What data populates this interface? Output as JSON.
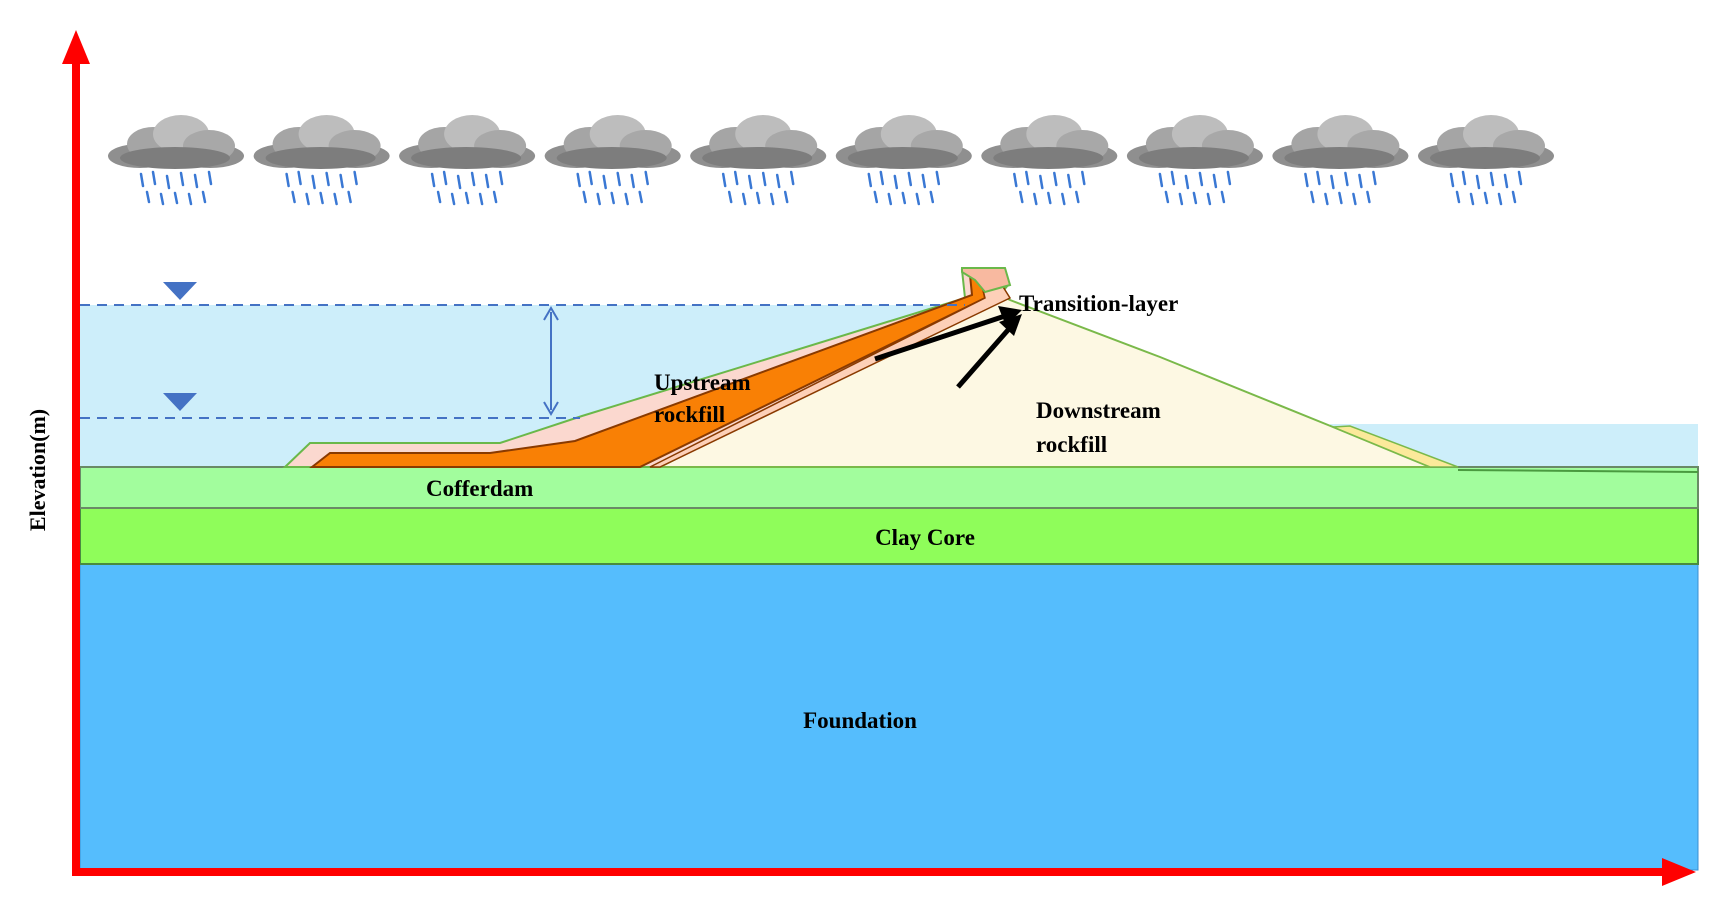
{
  "axes": {
    "y_label": "Elevation(m)"
  },
  "labels": {
    "transition_layer": "Transition-layer",
    "upstream_rockfill": [
      "Upstream",
      "rockfill"
    ],
    "downstream_rockfill": [
      "Downstream",
      "rockfill"
    ],
    "cofferdam": "Cofferdam",
    "clay_core": "Clay Core",
    "foundation": "Foundation"
  },
  "rain_clouds": {
    "count": 10
  },
  "colors": {
    "axis": "#ff0000",
    "water": "#cdeefa",
    "foundation": "#55bdfd",
    "clay_core": "#8ffd5a",
    "cofferdam": "#a2fd9d",
    "downstream_rockfill": "#fdf8e3",
    "upstream_rockfill": "#f98005",
    "transition_layer": "#fdd0b8",
    "water_level_marker": "#4472c4",
    "cloud": "#9a9a9a",
    "rain": "#3a78d4"
  }
}
